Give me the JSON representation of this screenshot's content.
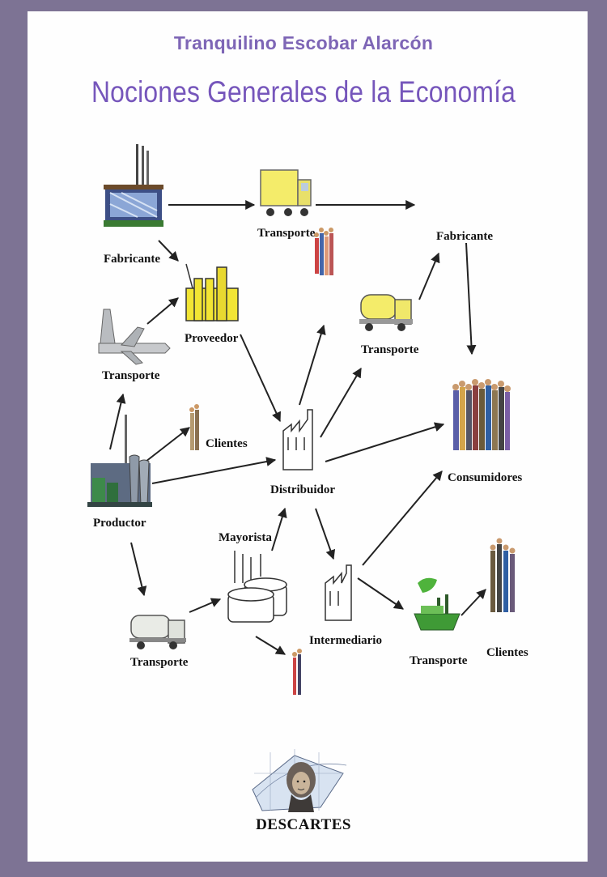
{
  "cover": {
    "author": "Tranquilino Escobar Alarcón",
    "title": "Nociones Generales de la Economía",
    "publisher": "DESCARTES"
  },
  "diagram": {
    "labels": {
      "fabricante_top_left": "Fabricante",
      "transporte_top": "Transporte",
      "fabricante_top_right": "Fabricante",
      "proveedor": "Proveedor",
      "transporte_plane": "Transporte",
      "transporte_right_truck": "Transporte",
      "clientes_left": "Clientes",
      "distribuidor": "Distribuidor",
      "consumidores": "Consumidores",
      "productor": "Productor",
      "mayorista": "Mayorista",
      "intermediario": "Intermediario",
      "transporte_bottom_left": "Transporte",
      "transporte_ship": "Transporte",
      "clientes_right": "Clientes"
    }
  },
  "colors": {
    "frame": "#7d7394",
    "author": "#7e66b6",
    "title": "#7656bb",
    "truck": "#f4ec6a",
    "arrow": "#222222"
  }
}
